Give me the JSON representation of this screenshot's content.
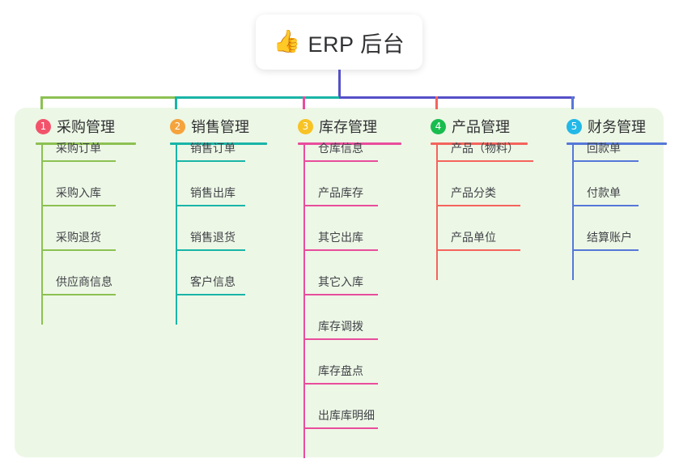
{
  "diagram": {
    "type": "mind-map",
    "root": {
      "icon": "thumbs-up-emoji",
      "icon_glyph": "👍",
      "label": "ERP 后台"
    },
    "panel_color": "#edf7e6",
    "branches": [
      {
        "number": "1",
        "label": "采购管理",
        "badge_color": "#f2536b",
        "line_color": "#8cc152",
        "items": [
          "采购订单",
          "采购入库",
          "采购退货",
          "供应商信息"
        ]
      },
      {
        "number": "2",
        "label": "销售管理",
        "badge_color": "#f5a33c",
        "line_color": "#19b5a7",
        "items": [
          "销售订单",
          "销售出库",
          "销售退货",
          "客户信息"
        ]
      },
      {
        "number": "3",
        "label": "库存管理",
        "badge_color": "#f7c325",
        "line_color": "#e84d9c",
        "items": [
          "仓库信息",
          "产品库存",
          "其它出库",
          "其它入库",
          "库存调拨",
          "库存盘点",
          "出库库明细"
        ]
      },
      {
        "number": "4",
        "label": "产品管理",
        "badge_color": "#19bd4f",
        "line_color": "#f4645c",
        "items": [
          "产品（物料）",
          "产品分类",
          "产品单位"
        ]
      },
      {
        "number": "5",
        "label": "财务管理",
        "badge_color": "#22b8e8",
        "line_color": "#5578d8",
        "items": [
          "回款单",
          "付款单",
          "结算账户"
        ]
      }
    ],
    "root_connector_color": "#5550c8"
  }
}
